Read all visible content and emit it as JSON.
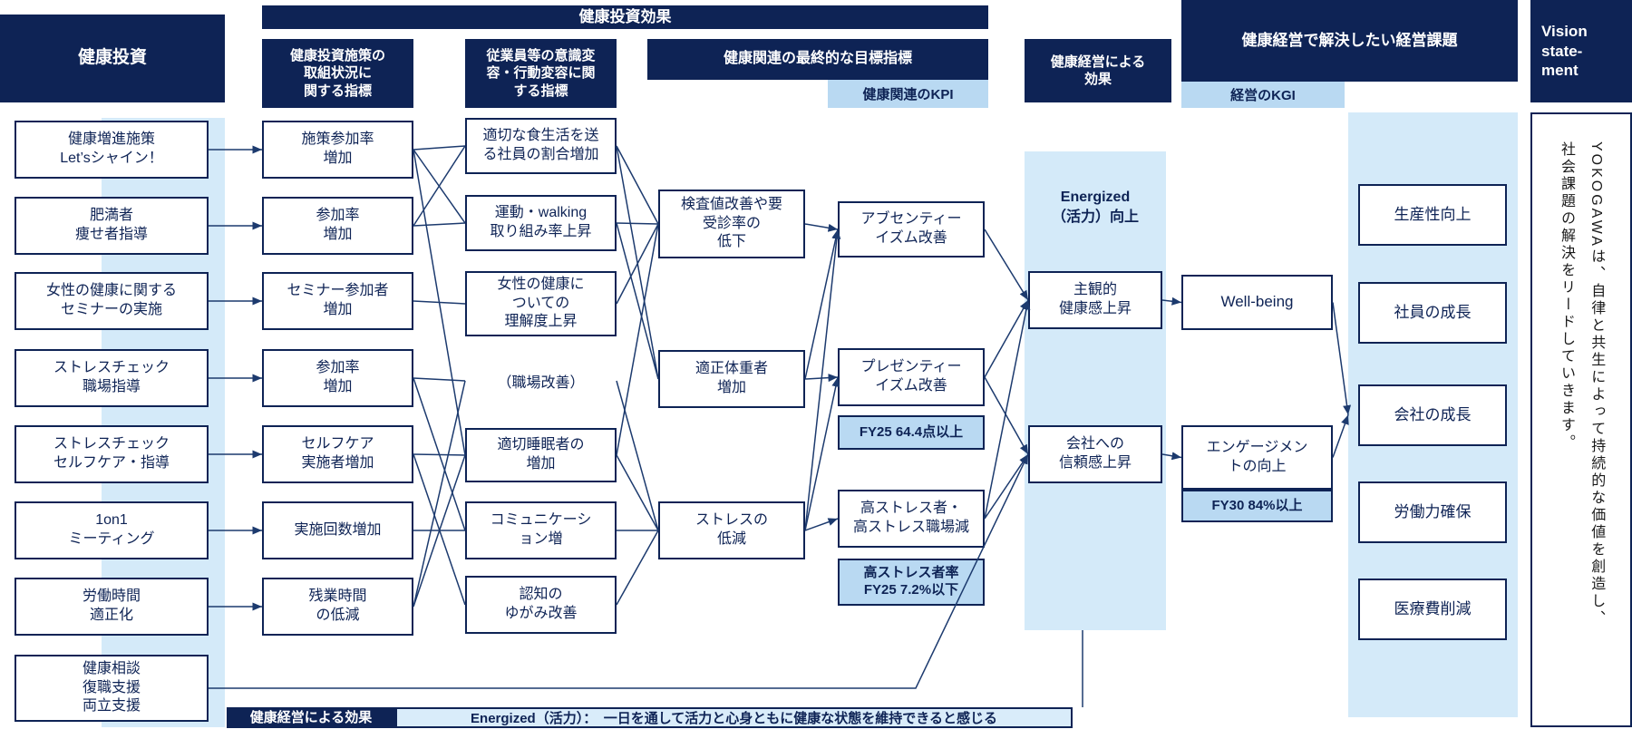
{
  "banner": {
    "title": "健康投資効果"
  },
  "left": {
    "header": "健康投資",
    "items": [
      {
        "label": "健康増進施策\nLet’sシャイン！"
      },
      {
        "label": "肥満者\n痩せ者指導"
      },
      {
        "label": "女性の健康に関する\nセミナーの実施"
      },
      {
        "label": "ストレスチェック\n職場指導"
      },
      {
        "label": "ストレスチェック\nセルフケア・指導"
      },
      {
        "label": "1on1\nミーティング"
      },
      {
        "label": "労働時間\n適正化"
      },
      {
        "label": "健康相談\n復職支援\n両立支援"
      }
    ]
  },
  "uptake": {
    "header": "健康投資施策の\n取組状況に\n関する指標",
    "items": [
      "施策参加率\n増加",
      "参加率\n増加",
      "セミナー参加者\n増加",
      "参加率\n増加",
      "セルフケア\n実施者増加",
      "実施回数増加",
      "残業時間\nの低減"
    ]
  },
  "behavior": {
    "header": "従業員等の意識変\n容・行動変容に関\nする指標",
    "items": [
      "適切な食生活を送\nる社員の割合増加",
      "運動・walking\n取り組み率上昇",
      "女性の健康に\nついての\n理解度上昇",
      "（職場改善）",
      "適切睡眠者の\n増加",
      "コミュニケーシ\nョン増",
      "認知の\nゆがみ改善"
    ]
  },
  "targets": {
    "header": "健康関連の最終的な目標指標",
    "kpi_chip": "健康関連のKPI",
    "items": [
      "検査値改善や要\n受診率の\n低下",
      "適正体重者\n増加",
      "ストレスの\n低減"
    ]
  },
  "outcomes": {
    "items": [
      {
        "label": "アブセンティー\nイズム改善",
        "badge": ""
      },
      {
        "label": "プレゼンティー\nイズム改善",
        "badge": "FY25 64.4点以上"
      },
      {
        "label": "高ストレス者・\n高ストレス職場減",
        "badge": "高ストレス者率\nFY25 7.2%以下"
      }
    ]
  },
  "effects": {
    "header": "健康経営による\n効果",
    "energized_label": "Energized\n（活力）向上",
    "items": [
      "主観的\n健康感上昇",
      "会社への\n信頼感上昇"
    ]
  },
  "management": {
    "header": "健康経営で解決したい経営課題",
    "kgi_chip": "経営のKGI",
    "wellbeing": "Well-being",
    "engagement": {
      "label": "エンゲージメン\nトの向上",
      "badge": "FY30 84%以上"
    },
    "issues": [
      "生産性向上",
      "社員の成長",
      "会社の成長",
      "労働力確保",
      "医療費削減"
    ]
  },
  "vision": {
    "header": "Vision\nstate-\nment",
    "line1": "YOKOGAWAは、自律と共生によって持続的な価値を創造し、",
    "line2": "社会課題の解決をリードしていきます。"
  },
  "footer": {
    "label": "健康経営による効果",
    "text": "Energized（活力）：　一日を通して活力と心身ともに健康な状態を維持できると感じる"
  },
  "colors": {
    "navy": "#0e2355",
    "light": "#d4eaf9",
    "chip": "#b9d9f2",
    "line": "#1c3a6e"
  },
  "edges": [
    {
      "from": "L1",
      "to": "C2_1",
      "arrow": true
    },
    {
      "from": "L2",
      "to": "C2_2",
      "arrow": true
    },
    {
      "from": "L3",
      "to": "C2_3",
      "arrow": true
    },
    {
      "from": "L4",
      "to": "C2_4",
      "arrow": true
    },
    {
      "from": "L5",
      "to": "C2_5",
      "arrow": true
    },
    {
      "from": "L6",
      "to": "C2_6",
      "arrow": true
    },
    {
      "from": "L7",
      "to": "C2_7",
      "arrow": true
    },
    {
      "from": "L8",
      "to": "E2",
      "arrow": true,
      "via": [
        [
          1010,
          759
        ]
      ]
    },
    {
      "from": "C2_1",
      "to": "C3_1"
    },
    {
      "from": "C2_1",
      "to": "C3_2"
    },
    {
      "from": "C2_1",
      "to": "C3_5"
    },
    {
      "from": "C2_2",
      "to": "C3_1"
    },
    {
      "from": "C2_2",
      "to": "C3_2"
    },
    {
      "from": "C2_3",
      "to": "C3_3"
    },
    {
      "from": "C2_4",
      "to": "C3_4"
    },
    {
      "from": "C2_4",
      "to": "C3_6"
    },
    {
      "from": "C2_5",
      "to": "C3_5"
    },
    {
      "from": "C2_5",
      "to": "C3_7"
    },
    {
      "from": "C2_6",
      "to": "C3_6"
    },
    {
      "from": "C2_7",
      "to": "C3_4"
    },
    {
      "from": "C2_7",
      "to": "C3_5"
    },
    {
      "from": "C3_1",
      "to": "C4_1"
    },
    {
      "from": "C3_1",
      "to": "C4_2"
    },
    {
      "from": "C3_2",
      "to": "C4_1"
    },
    {
      "from": "C3_2",
      "to": "C4_2"
    },
    {
      "from": "C3_3",
      "to": "C4_1"
    },
    {
      "from": "C3_4",
      "to": "C4_3"
    },
    {
      "from": "C3_5",
      "to": "C4_1"
    },
    {
      "from": "C3_5",
      "to": "C4_3"
    },
    {
      "from": "C3_6",
      "to": "C4_3"
    },
    {
      "from": "C3_7",
      "to": "C4_3"
    },
    {
      "from": "C4_1",
      "to": "C5_1",
      "arrow": true
    },
    {
      "from": "C4_2",
      "to": "C5_1",
      "arrow": true
    },
    {
      "from": "C4_2",
      "to": "C5_2",
      "arrow": true
    },
    {
      "from": "C4_3",
      "to": "C5_1",
      "arrow": true
    },
    {
      "from": "C4_3",
      "to": "C5_2",
      "arrow": true
    },
    {
      "from": "C4_3",
      "to": "C5_3",
      "arrow": true
    },
    {
      "from": "C5_1",
      "to": "E1",
      "arrow": true
    },
    {
      "from": "C5_2",
      "to": "E1",
      "arrow": true
    },
    {
      "from": "C5_2",
      "to": "E2",
      "arrow": true
    },
    {
      "from": "C5_3",
      "to": "E1",
      "arrow": true
    },
    {
      "from": "C5_3",
      "to": "E2",
      "arrow": true
    },
    {
      "from": "E1",
      "to": "W",
      "arrow": true
    },
    {
      "from": "E2",
      "to": "G",
      "arrow": true
    },
    {
      "from": "W",
      "to": "ISSUES",
      "arrow": true
    },
    {
      "from": "G",
      "to": "ISSUES",
      "arrow": true
    },
    {
      "points": [
        [
          1194,
          780
        ],
        [
          1194,
          695
        ]
      ]
    }
  ]
}
